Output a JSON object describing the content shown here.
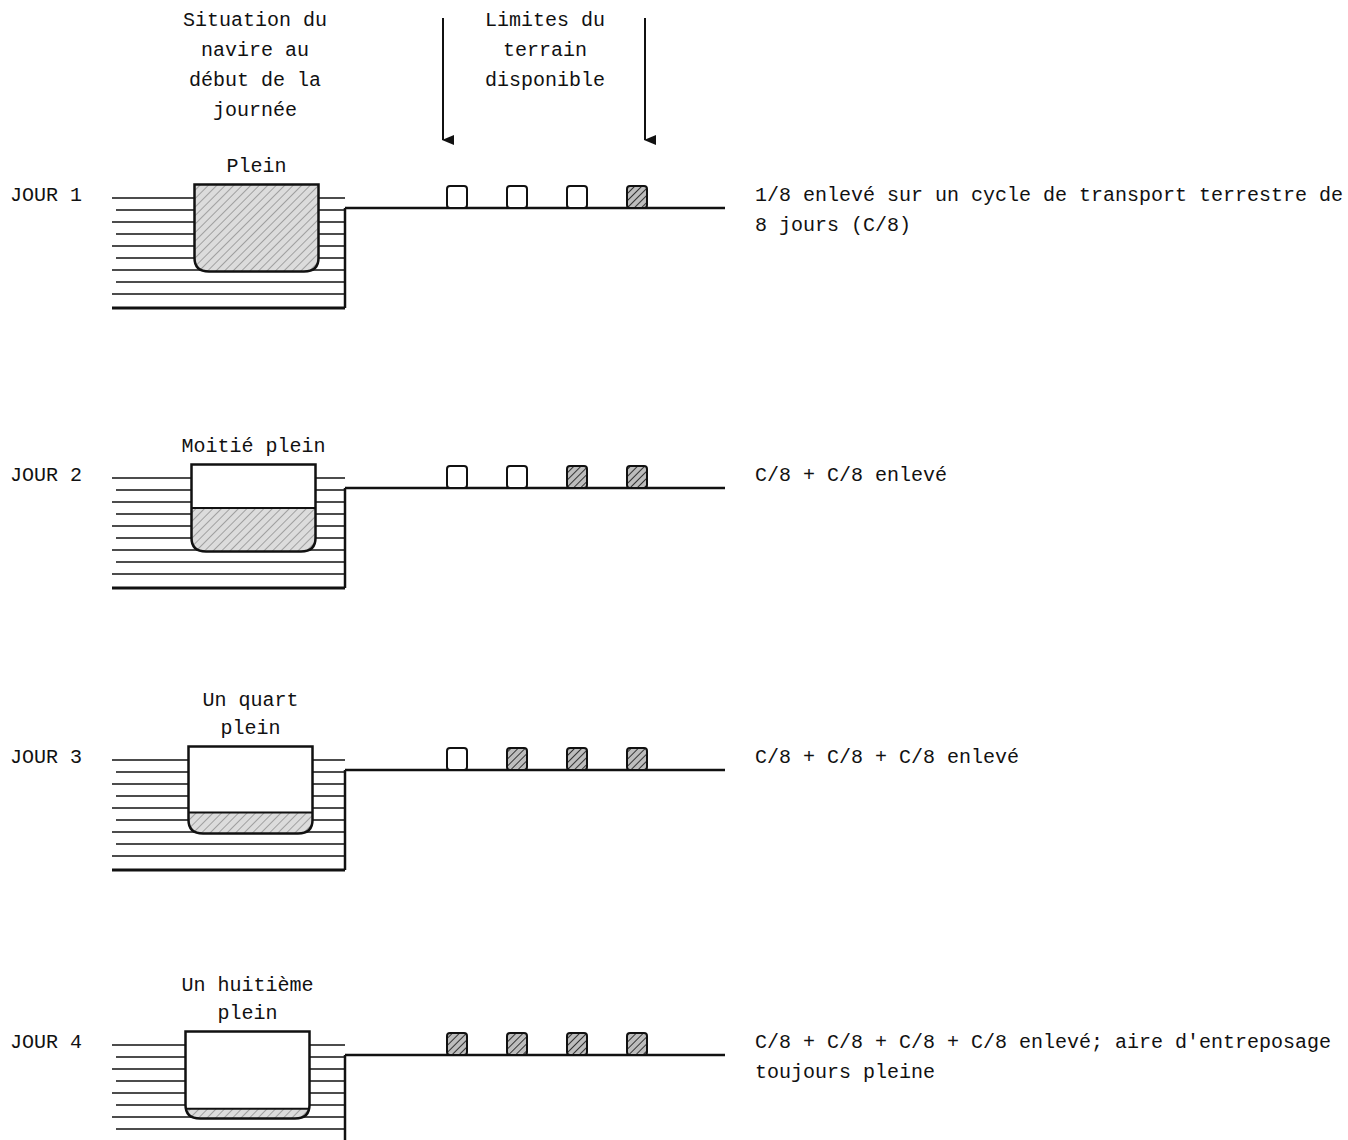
{
  "diagram": {
    "nodes": [
      {
        "text": [
          "Plein"
        ]
      },
      {
        "text": [
          "Moitié plein"
        ]
      },
      {
        "text": [
          "Un quart plein"
        ]
      },
      {
        "text": [
          "Un huitième plein"
        ]
      }
    ],
    "labels": [
      "Situation du navire au début de la journée",
      "Limites du terrain disponible",
      "JOUR 1",
      "1/8 enlevé sur un cycle de transport terrestre de 8 jours (C/8)",
      "JOUR 2",
      "C/8 + C/8 enlevé",
      "JOUR 3",
      "C/8 + C/8 + C/8 enlevé",
      "JOUR 4",
      "C/8 + C/8 + C/8 + C/8 enlevé; aire d'entreposage toujours pleine"
    ]
  }
}
